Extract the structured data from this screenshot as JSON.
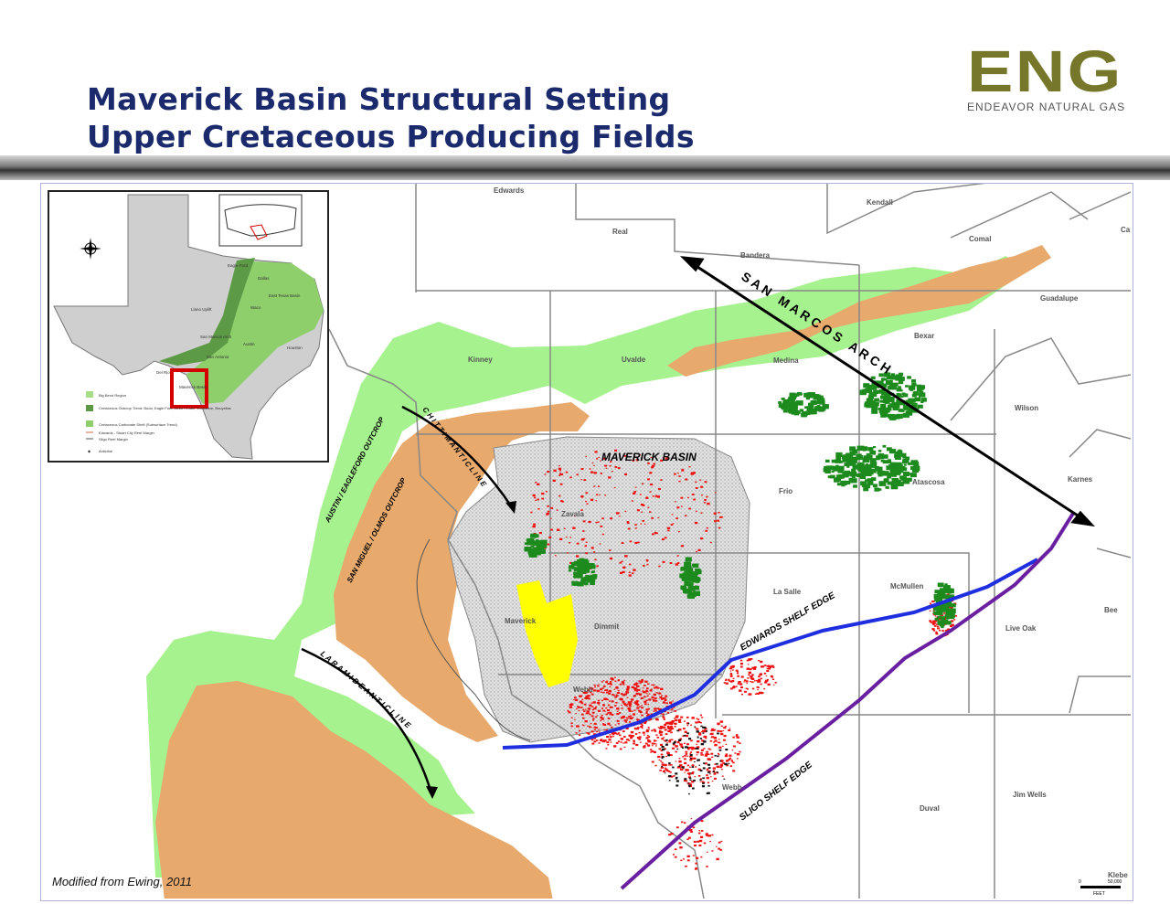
{
  "title": {
    "line1": "Maverick Basin Structural Setting",
    "line2": "Upper Cretaceous Producing Fields"
  },
  "logo": {
    "mark": "ENG",
    "company": "ENDEAVOR NATURAL GAS",
    "color": "#76772a"
  },
  "map": {
    "counties": [
      "Edwards",
      "Kendall",
      "Real",
      "Comal",
      "Bandera",
      "Guadalupe",
      "Kinney",
      "Uvalde",
      "Medina",
      "Bexar",
      "Wilson",
      "Zavala",
      "Frio",
      "Atascosa",
      "Karnes",
      "La Salle",
      "McMullen",
      "Bee",
      "Maverick",
      "Dimmit",
      "Live Oak",
      "Webb",
      "Webb",
      "Jim Wells",
      "Duval",
      "Klebe",
      "Ca"
    ],
    "features": {
      "san_marcos_arch": "S A N   M A R C O S   A R C H",
      "chittim_anticline": "C H I T T I M   A N T I C L I N E",
      "laramide_anticline": "L A R A M I D E   A N T I C L I N E",
      "maverick_basin": "MAVERICK BASIN",
      "austin_eagleford": "AUSTIN / EAGLEFORD OUTCROP",
      "san_miguel_olmos": "SAN MIGUEL / OLMOS OUTCROP",
      "edwards_shelf": "EDWARDS SHELF EDGE",
      "sligo_shelf": "SLIGO SHELF EDGE"
    },
    "scale": {
      "start": "0",
      "end": "50,000",
      "unit": "FEET"
    },
    "colors": {
      "outcrop_green": "#a6f28f",
      "outcrop_orange": "#e8a96c",
      "basin_gray": "#d8d8d8",
      "edwards_line": "#1f2fe0",
      "sligo_line": "#6a1fa0",
      "oil_fields": "#ee1111",
      "gas_fields": "#1c8a1c"
    }
  },
  "inset": {
    "labels": [
      "Eagle Ford",
      "Dallas",
      "Waco",
      "East Texas Basin",
      "Llano Uplift",
      "San Marcos Arch",
      "Austin",
      "San Antonio",
      "Houston",
      "Del Rio",
      "Maverick Basin"
    ],
    "legend": [
      "Big Bend Region",
      "Cretaceous Outcrop Trend: Buda, Eagle Ford, Austin Chalk, Woodbine, Bouyellas",
      "Cretaceous Carbonate Shelf (Subsurface Trend)",
      "Edwards - Stuart City Reef Margin",
      "Sligo Reef Margin",
      "Anticline"
    ]
  },
  "caption": "Modified from Ewing, 2011"
}
